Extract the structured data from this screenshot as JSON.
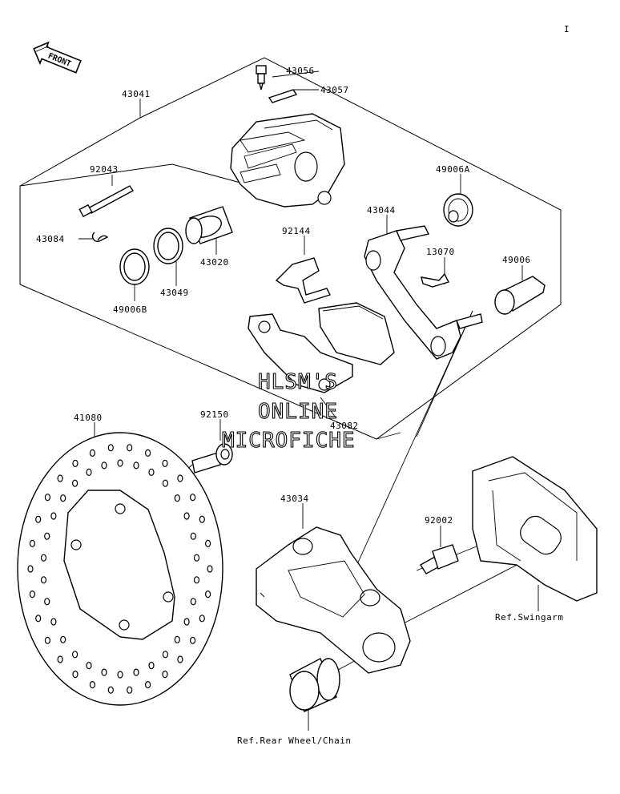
{
  "direction_arrow": {
    "label": "FRONT",
    "icon": "front-arrow-icon"
  },
  "corner_mark": "I",
  "callouts": {
    "p43041": "43041",
    "p43056": "43056",
    "p43057": "43057",
    "p92043": "92043",
    "p43084": "43084",
    "p49006B": "49006B",
    "p43049": "43049",
    "p43020": "43020",
    "p92144": "92144",
    "p43044": "43044",
    "p49006A": "49006A",
    "p13070": "13070",
    "p49006": "49006",
    "p43082": "43082",
    "p41080": "41080",
    "p92150": "92150",
    "p43034": "43034",
    "p92002": "92002"
  },
  "references": {
    "swingarm": "Ref.Swingarm",
    "rear_wheel": "Ref.Rear Wheel/Chain"
  },
  "watermark": {
    "line1": "HLSM'S",
    "line2": "ONLINE",
    "line3": "MICROFICHE"
  }
}
